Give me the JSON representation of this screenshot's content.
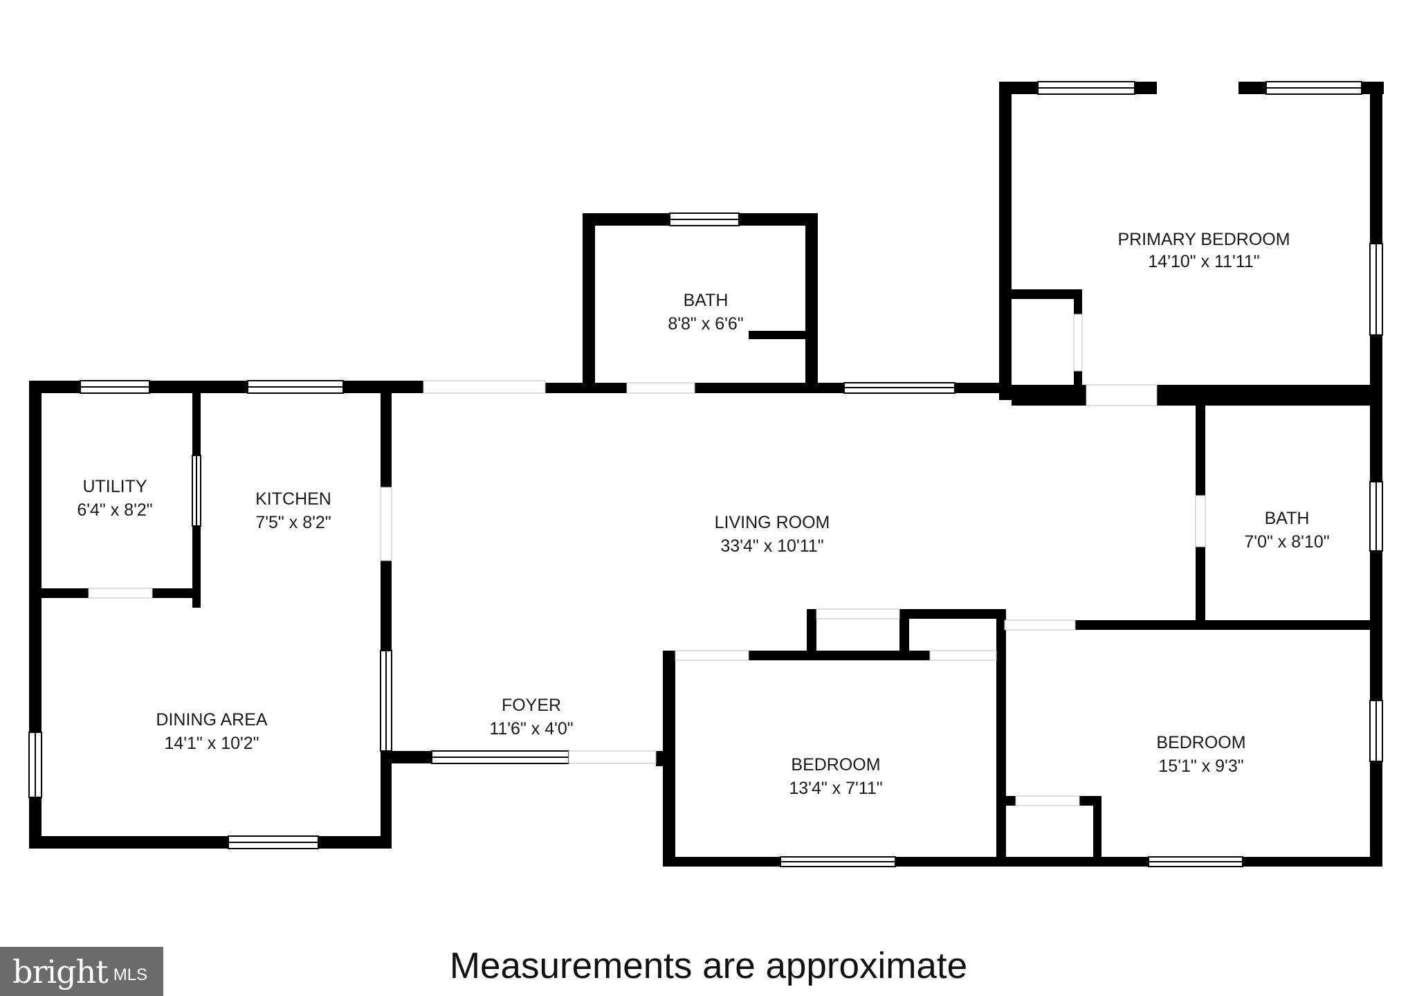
{
  "rooms": [
    {
      "name": "PRIMARY BEDROOM",
      "size": "14'10\" x 11'11\""
    },
    {
      "name": "BATH",
      "size": "8'8\" x 6'6\""
    },
    {
      "name": "UTILITY",
      "size": "6'4\" x 8'2\""
    },
    {
      "name": "KITCHEN",
      "size": "7'5\" x 8'2\""
    },
    {
      "name": "LIVING ROOM",
      "size": "33'4\" x 10'11\""
    },
    {
      "name": "BATH",
      "size": "7'0\" x 8'10\""
    },
    {
      "name": "DINING AREA",
      "size": "14'1\" x 10'2\""
    },
    {
      "name": "FOYER",
      "size": "11'6\" x 4'0\""
    },
    {
      "name": "BEDROOM",
      "size": "13'4\" x 7'11\""
    },
    {
      "name": "BEDROOM",
      "size": "15'1\" x 9'3\""
    }
  ],
  "footer": {
    "note": "Measurements are approximate",
    "logo": "bright",
    "logo_suffix": "MLS"
  },
  "colors": {
    "wall": "#000000",
    "background": "#ffffff",
    "logo_bg": "#6b6b6b"
  }
}
